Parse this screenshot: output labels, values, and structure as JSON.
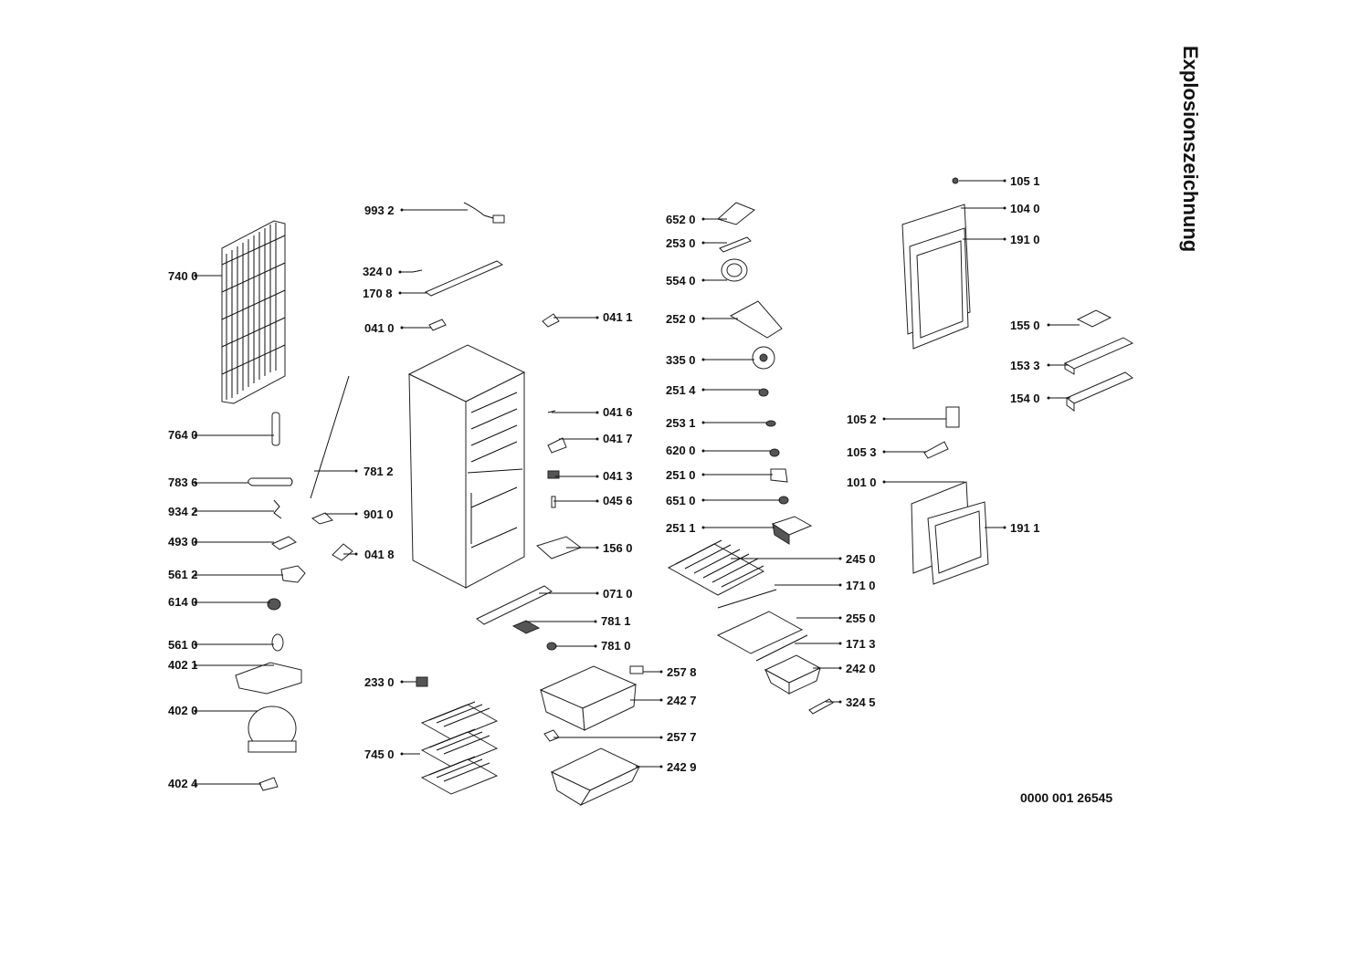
{
  "title": "Explosionszeichnung",
  "document_number": "0000 001 26545",
  "parts": [
    {
      "label": "740 0"
    },
    {
      "label": "764 0"
    },
    {
      "label": "783 6"
    },
    {
      "label": "934 2"
    },
    {
      "label": "493 0"
    },
    {
      "label": "561 2"
    },
    {
      "label": "614 0"
    },
    {
      "label": "561 0"
    },
    {
      "label": "402 1"
    },
    {
      "label": "402 0"
    },
    {
      "label": "402 4"
    },
    {
      "label": "993 2"
    },
    {
      "label": "324 0"
    },
    {
      "label": "170 8"
    },
    {
      "label": "041 0"
    },
    {
      "label": "781 2"
    },
    {
      "label": "901 0"
    },
    {
      "label": "041 8"
    },
    {
      "label": "233 0"
    },
    {
      "label": "745 0"
    },
    {
      "label": "041 1"
    },
    {
      "label": "041 6"
    },
    {
      "label": "041 7"
    },
    {
      "label": "041 3"
    },
    {
      "label": "045 6"
    },
    {
      "label": "156 0"
    },
    {
      "label": "071 0"
    },
    {
      "label": "781 1"
    },
    {
      "label": "781 0"
    },
    {
      "label": "257 8"
    },
    {
      "label": "242 7"
    },
    {
      "label": "257 7"
    },
    {
      "label": "242 9"
    },
    {
      "label": "652 0"
    },
    {
      "label": "253 0"
    },
    {
      "label": "554 0"
    },
    {
      "label": "252 0"
    },
    {
      "label": "335 0"
    },
    {
      "label": "251 4"
    },
    {
      "label": "253 1"
    },
    {
      "label": "620 0"
    },
    {
      "label": "251 0"
    },
    {
      "label": "651 0"
    },
    {
      "label": "251 1"
    },
    {
      "label": "245 0"
    },
    {
      "label": "171 0"
    },
    {
      "label": "255 0"
    },
    {
      "label": "171 3"
    },
    {
      "label": "242 0"
    },
    {
      "label": "324 5"
    },
    {
      "label": "105 1"
    },
    {
      "label": "104 0"
    },
    {
      "label": "191 0"
    },
    {
      "label": "155 0"
    },
    {
      "label": "153 3"
    },
    {
      "label": "154 0"
    },
    {
      "label": "105 2"
    },
    {
      "label": "105 3"
    },
    {
      "label": "101 0"
    },
    {
      "label": "191 1"
    }
  ]
}
